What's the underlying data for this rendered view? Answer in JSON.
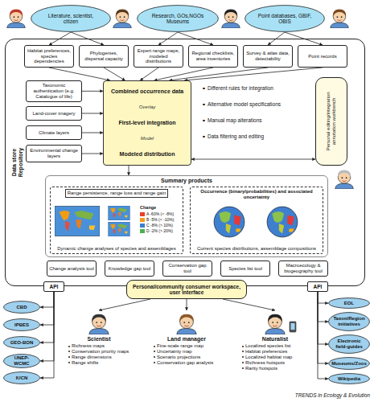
{
  "diagram": {
    "nodes": [
      {
        "text": [
          "Literature, scientist, citizen"
        ]
      },
      {
        "text": [
          "Research, GOs,NGOs Museums"
        ]
      },
      {
        "text": [
          "Point databases, GBIF, OBIS"
        ]
      },
      {
        "text": [
          "Data store Repository"
        ]
      },
      {
        "text": [
          "Habitat preferences, species dependencies"
        ],
        "in": 3
      },
      {
        "text": [
          "Phylogenies, dispersal capacity"
        ],
        "in": 3
      },
      {
        "text": [
          "Expert range maps, modeled distributions"
        ],
        "in": 3
      },
      {
        "text": [
          "Regional checklists, area inventories"
        ],
        "in": 3
      },
      {
        "text": [
          "Survey & atlas data, detectability"
        ],
        "in": 3
      },
      {
        "text": [
          "Point records"
        ],
        "in": 3
      },
      {
        "text": [
          "Taxonomic authentication (e.g. Catalogue of life)"
        ],
        "in": 3
      },
      {
        "text": [
          "Land-cover imagery"
        ],
        "in": 3
      },
      {
        "text": [
          "Climate layers"
        ],
        "in": 3
      },
      {
        "text": [
          "Environmental change layers"
        ],
        "in": 3
      },
      {
        "text": [
          "Combined occurrence data",
          "Overlay",
          "First-level integration",
          "Model",
          "Modeled distribution"
        ],
        "in": 3
      },
      {
        "text": [
          "Personal editing/integration annotation workbench"
        ],
        "in": 3
      },
      {
        "text": [
          "Summary products"
        ],
        "in": 3
      },
      {
        "text": [
          "Range persistence, range loss and range gain",
          "Dynamic change analyses of species and assemblages"
        ],
        "in": 16
      },
      {
        "text": [
          "Occurrence (binary/probabilities) and associated uncertainty",
          "Current species distributions, assemblage compositions"
        ],
        "in": 16
      },
      {
        "text": [
          "Change analysis tool"
        ],
        "in": 3
      },
      {
        "text": [
          "Knowledge gap tool"
        ],
        "in": 3
      },
      {
        "text": [
          "Conservation gap tool"
        ],
        "in": 3
      },
      {
        "text": [
          "Species list tool"
        ],
        "in": 3
      },
      {
        "text": [
          "Macroecology & biogeography tool"
        ],
        "in": 3
      },
      {
        "text": [
          "API"
        ]
      },
      {
        "text": [
          "Personal/community consumer workspace, user interface"
        ]
      },
      {
        "text": [
          "API"
        ]
      },
      {
        "text": [
          "CBD"
        ]
      },
      {
        "text": [
          "IPBES"
        ]
      },
      {
        "text": [
          "GEO-BON"
        ]
      },
      {
        "text": [
          "UNEP-WCMC"
        ]
      },
      {
        "text": [
          "IUCN"
        ]
      },
      {
        "text": [
          "EOL"
        ]
      },
      {
        "text": [
          "Taxon/Region initiatives"
        ]
      },
      {
        "text": [
          "Electronic field-guides"
        ]
      },
      {
        "text": [
          "Museums/Zoos"
        ]
      },
      {
        "text": [
          "Wikipedia"
        ]
      },
      {
        "text": [
          "Scientist",
          "Richness maps",
          "Conservation priority maps",
          "Range dimensions",
          "Range shifts"
        ]
      },
      {
        "text": [
          "Land manager",
          "Fine-scale range map",
          "Uncertainty map",
          "Scenario projections",
          "Conservation gap analysis"
        ]
      },
      {
        "text": [
          "Naturalist",
          "Localized species list",
          "Habitat preferences",
          "Localized habitat map",
          "Richness hotspots",
          "Rarity hotspots"
        ]
      }
    ],
    "edges": [
      {
        "from": 0,
        "to": 4,
        "arrow": "to"
      },
      {
        "from": 0,
        "to": 5,
        "arrow": "to"
      },
      {
        "from": 1,
        "to": 6,
        "arrow": "to"
      },
      {
        "from": 1,
        "to": 7,
        "arrow": "to"
      },
      {
        "from": 2,
        "to": 8,
        "arrow": "to"
      },
      {
        "from": 2,
        "to": 9,
        "arrow": "to"
      },
      {
        "from": 4,
        "to": 14,
        "arrow": "to"
      },
      {
        "from": 5,
        "to": 14,
        "arrow": "to"
      },
      {
        "from": 6,
        "to": 14,
        "arrow": "to"
      },
      {
        "from": 7,
        "to": 14,
        "arrow": "to"
      },
      {
        "from": 8,
        "to": 14,
        "arrow": "to"
      },
      {
        "from": 9,
        "to": 14,
        "arrow": "to"
      },
      {
        "from": 10,
        "to": 14,
        "arrow": "to"
      },
      {
        "from": 11,
        "to": 14,
        "arrow": "to"
      },
      {
        "from": 12,
        "to": 14,
        "arrow": "to"
      },
      {
        "from": 13,
        "to": 14,
        "arrow": "to"
      },
      {
        "from": 14,
        "to": 15,
        "arrow": "both"
      },
      {
        "from": 14,
        "to": 16,
        "arrow": "to"
      },
      {
        "from": 25,
        "to": 37,
        "arrow": "to"
      },
      {
        "from": 25,
        "to": 38,
        "arrow": "to"
      },
      {
        "from": 25,
        "to": 39,
        "arrow": "to"
      },
      {
        "from": 24,
        "to": 27,
        "arrow": "to"
      },
      {
        "from": 24,
        "to": 28,
        "arrow": "to"
      },
      {
        "from": 24,
        "to": 29,
        "arrow": "to"
      },
      {
        "from": 24,
        "to": 30,
        "arrow": "to"
      },
      {
        "from": 24,
        "to": 31,
        "arrow": "to"
      },
      {
        "from": 26,
        "to": 32,
        "arrow": "to"
      },
      {
        "from": 26,
        "to": 33,
        "arrow": "to"
      },
      {
        "from": 26,
        "to": 34,
        "arrow": "to"
      },
      {
        "from": 26,
        "to": 35,
        "arrow": "to"
      },
      {
        "from": 26,
        "to": 36,
        "arrow": "to"
      }
    ],
    "labels": [
      "Different rules for integration",
      "Alternative model specifications",
      "Manual map alterations",
      "Data filtering and editing",
      "Change",
      "TRENDS in Ecology & Evolution"
    ],
    "legend": [
      {
        "text": "A -60% (< -8%)",
        "color": "#e8402a"
      },
      {
        "text": "B -5% (< -10%)",
        "color": "#f59a23"
      },
      {
        "text": "C -8% (> 10%)",
        "color": "#3a7fd0"
      },
      {
        "text": "D -2% (> 20%)",
        "color": "#4caf50"
      }
    ]
  }
}
